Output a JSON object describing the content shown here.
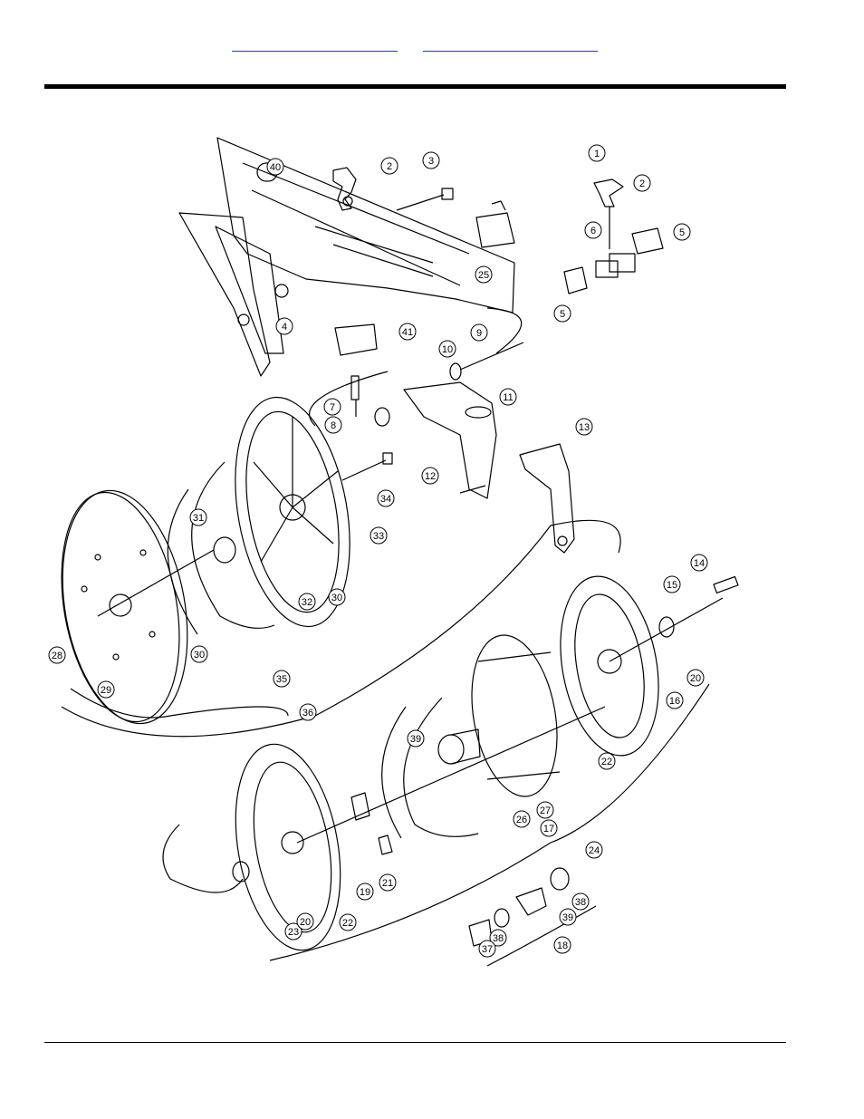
{
  "header": {
    "link_left": "",
    "link_right": ""
  },
  "callouts": [
    {
      "id": "c40",
      "label": "40"
    },
    {
      "id": "c2a",
      "label": "2"
    },
    {
      "id": "c3",
      "label": "3"
    },
    {
      "id": "c1",
      "label": "1"
    },
    {
      "id": "c2b",
      "label": "2"
    },
    {
      "id": "c6",
      "label": "6"
    },
    {
      "id": "c5a",
      "label": "5"
    },
    {
      "id": "c5b",
      "label": "5"
    },
    {
      "id": "c25",
      "label": "25"
    },
    {
      "id": "c4",
      "label": "4"
    },
    {
      "id": "c41",
      "label": "41"
    },
    {
      "id": "c9",
      "label": "9"
    },
    {
      "id": "c10",
      "label": "10"
    },
    {
      "id": "c7",
      "label": "7"
    },
    {
      "id": "c8",
      "label": "8"
    },
    {
      "id": "c11",
      "label": "11"
    },
    {
      "id": "c13",
      "label": "13"
    },
    {
      "id": "c12",
      "label": "12"
    },
    {
      "id": "c34",
      "label": "34"
    },
    {
      "id": "c31",
      "label": "31"
    },
    {
      "id": "c33",
      "label": "33"
    },
    {
      "id": "c30a",
      "label": "30"
    },
    {
      "id": "c32",
      "label": "32"
    },
    {
      "id": "c30b",
      "label": "30"
    },
    {
      "id": "c28",
      "label": "28"
    },
    {
      "id": "c29",
      "label": "29"
    },
    {
      "id": "c35",
      "label": "35"
    },
    {
      "id": "c36",
      "label": "36"
    },
    {
      "id": "c14",
      "label": "14"
    },
    {
      "id": "c15",
      "label": "15"
    },
    {
      "id": "c20a",
      "label": "20"
    },
    {
      "id": "c16",
      "label": "16"
    },
    {
      "id": "c22a",
      "label": "22"
    },
    {
      "id": "c39a",
      "label": "39"
    },
    {
      "id": "c27",
      "label": "27"
    },
    {
      "id": "c17",
      "label": "17"
    },
    {
      "id": "c26",
      "label": "26"
    },
    {
      "id": "c24",
      "label": "24"
    },
    {
      "id": "c19",
      "label": "19"
    },
    {
      "id": "c21",
      "label": "21"
    },
    {
      "id": "c23",
      "label": "23"
    },
    {
      "id": "c20b",
      "label": "20"
    },
    {
      "id": "c22b",
      "label": "22"
    },
    {
      "id": "c38a",
      "label": "38"
    },
    {
      "id": "c39b",
      "label": "39"
    },
    {
      "id": "c38b",
      "label": "38"
    },
    {
      "id": "c37",
      "label": "37"
    },
    {
      "id": "c18",
      "label": "18"
    }
  ]
}
